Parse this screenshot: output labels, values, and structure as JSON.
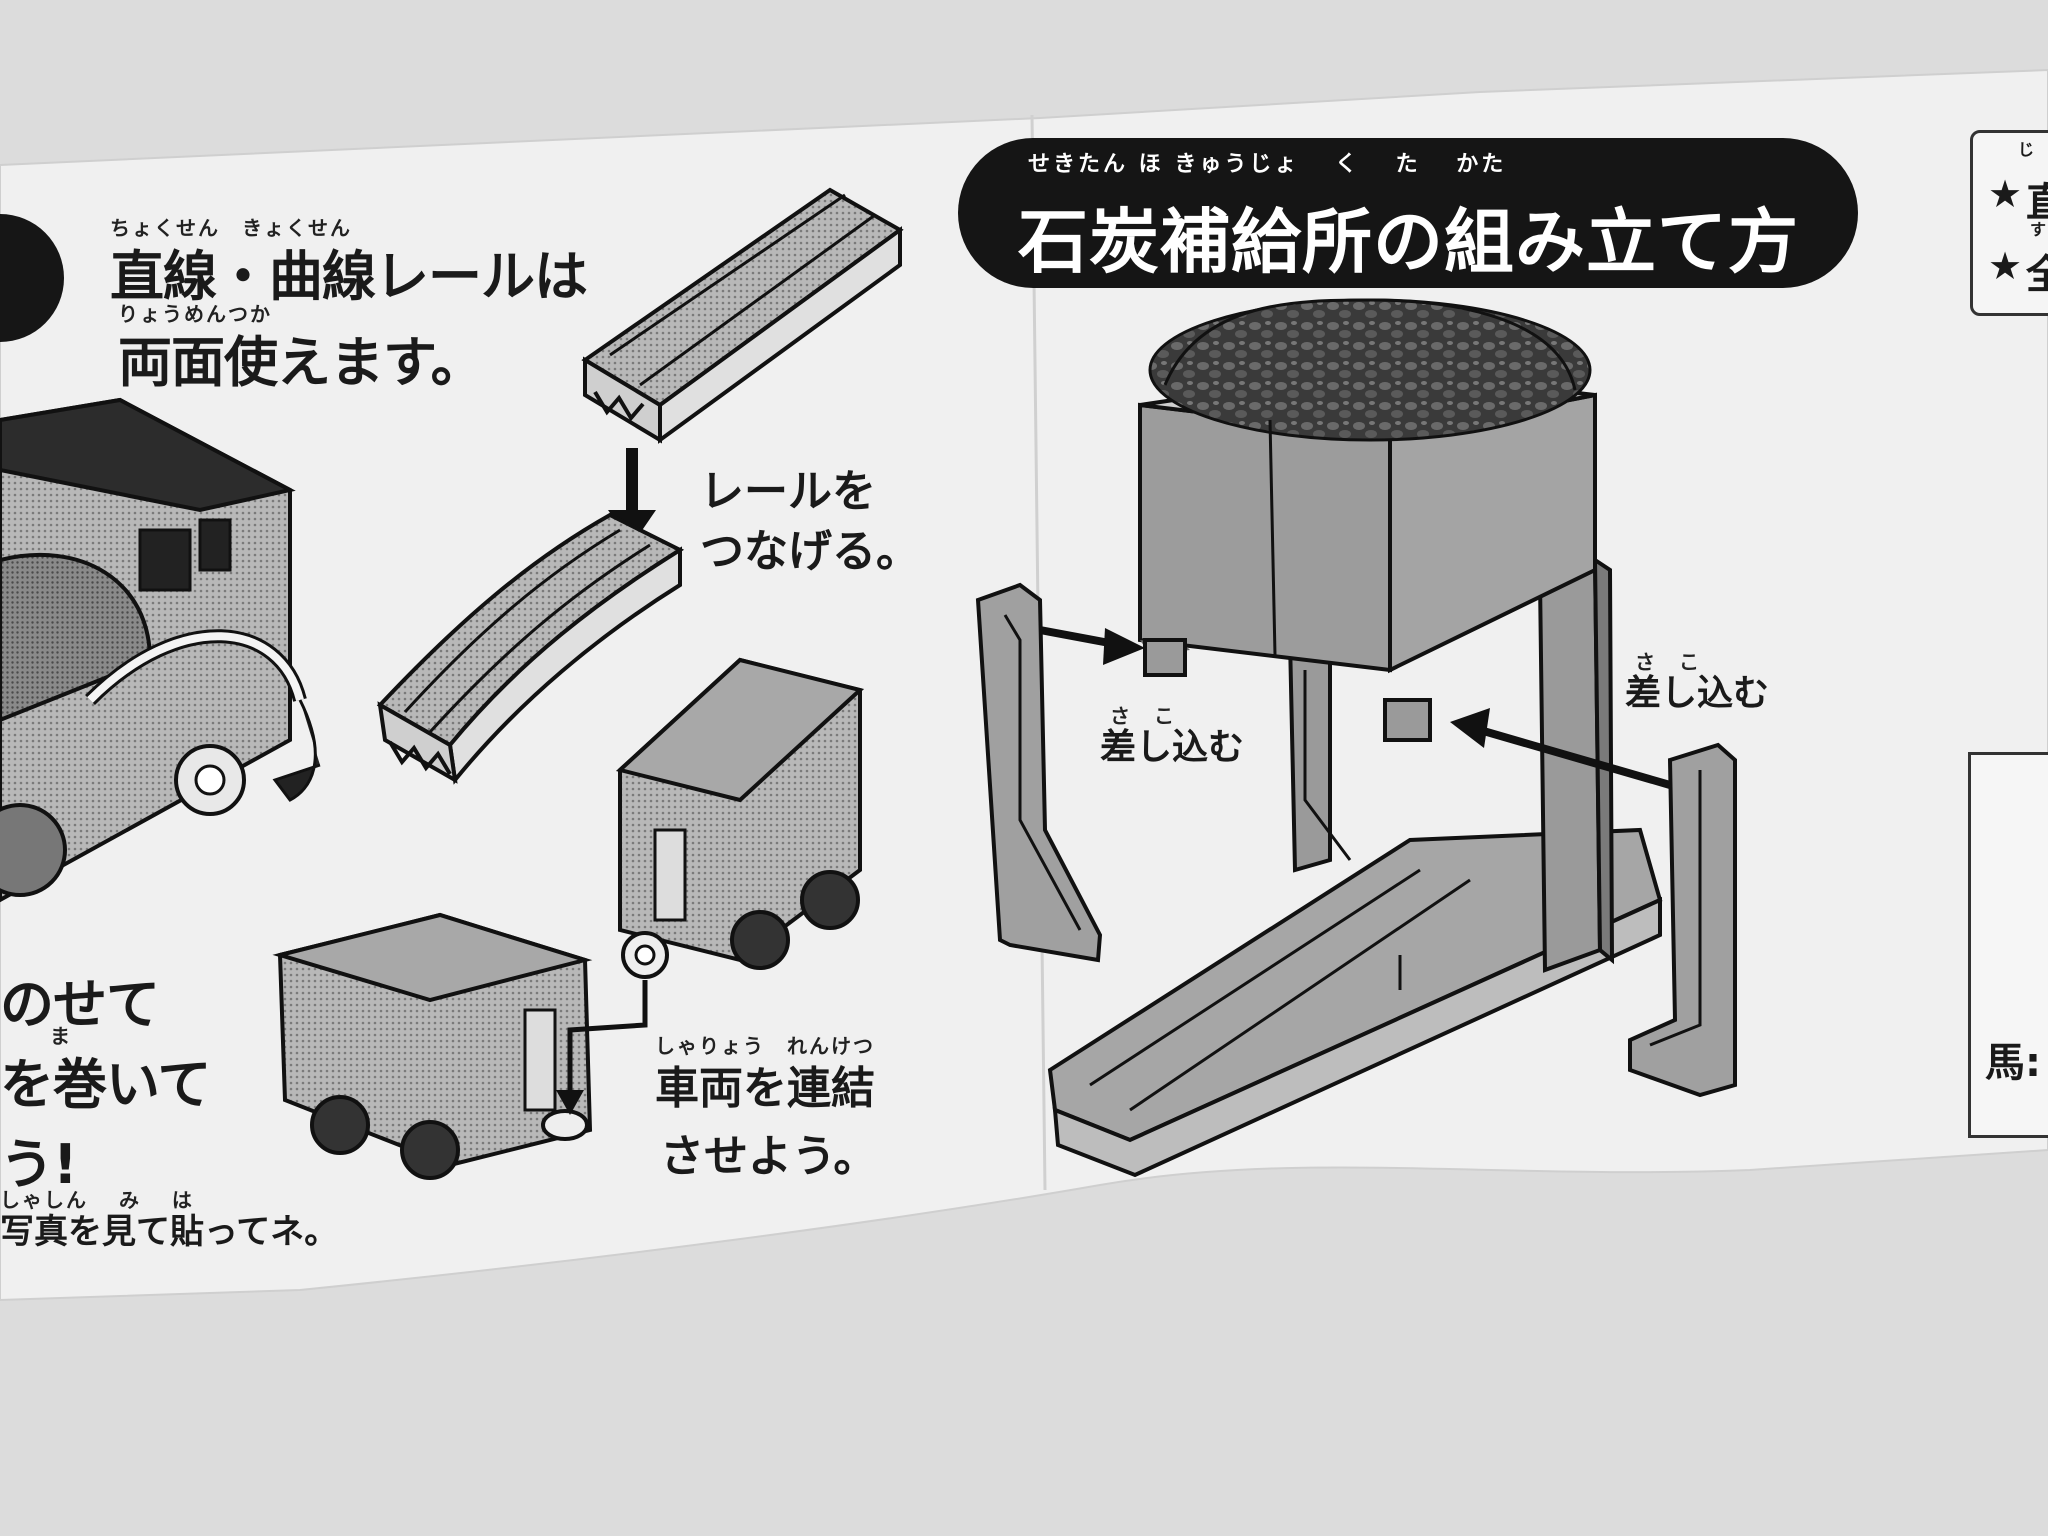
{
  "section_left": {
    "heading_ruby": "ちょくせん　きょくせん",
    "heading_line1": "直線・曲線レールは",
    "heading_ruby2": "りょうめんつか",
    "heading_line2": "両面使えます。"
  },
  "rail_instruction": {
    "line1": "レールを",
    "line2": "つなげる。"
  },
  "couple_instruction": {
    "ruby": "しゃりょう　れんけつ",
    "line1": "車両を連結",
    "line2": "させよう。"
  },
  "left_partial": {
    "line1": "のせて",
    "ruby_ma": "ま",
    "line2": "を巻いて",
    "line3": "う!",
    "ruby_bottom": "しゃしん　 み　 は",
    "line4": "写真を見て貼ってネ。"
  },
  "title": {
    "ruby": "せきたん ほ きゅうじょ　 く　 た　 かた",
    "text": "石炭補給所の組み立て方"
  },
  "insert_left": {
    "ruby": "さ　こ",
    "text": "差し込む"
  },
  "insert_right": {
    "ruby": "さ　こ",
    "text": "差し込む"
  },
  "right_edge": {
    "star1": "★",
    "star2": "★",
    "ruby_top": "じ",
    "char_top": "直",
    "ruby_mid": "す",
    "char_mid": "全",
    "panel_text": "馬:"
  },
  "colors": {
    "paper": "#efefef",
    "ink": "#1a1a1a",
    "banner": "#151515",
    "piece_gray": "#9a9a9a",
    "shadow": "#d4d4d4"
  }
}
